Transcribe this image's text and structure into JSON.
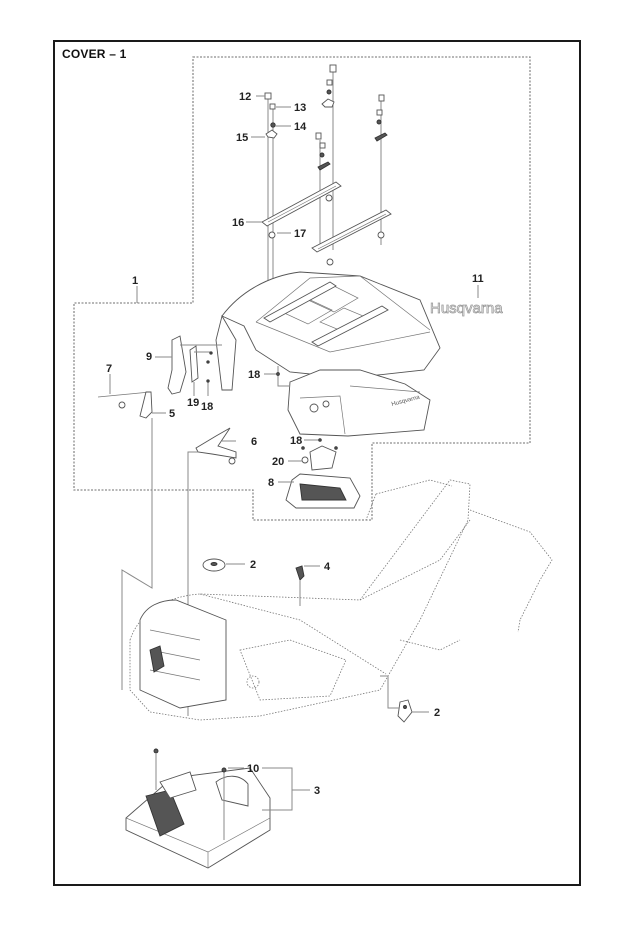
{
  "diagram": {
    "title": "COVER – 1",
    "brand_label": "Husqvarna",
    "callouts": [
      {
        "id": "c1",
        "label": "1"
      },
      {
        "id": "c2a",
        "label": "2"
      },
      {
        "id": "c2b",
        "label": "2"
      },
      {
        "id": "c3",
        "label": "3"
      },
      {
        "id": "c4",
        "label": "4"
      },
      {
        "id": "c5",
        "label": "5"
      },
      {
        "id": "c6",
        "label": "6"
      },
      {
        "id": "c7",
        "label": "7"
      },
      {
        "id": "c8",
        "label": "8"
      },
      {
        "id": "c9",
        "label": "9"
      },
      {
        "id": "c10",
        "label": "10"
      },
      {
        "id": "c11",
        "label": "11"
      },
      {
        "id": "c12",
        "label": "12"
      },
      {
        "id": "c13",
        "label": "13"
      },
      {
        "id": "c14",
        "label": "14"
      },
      {
        "id": "c15",
        "label": "15"
      },
      {
        "id": "c16",
        "label": "16"
      },
      {
        "id": "c17",
        "label": "17"
      },
      {
        "id": "c18a",
        "label": "18"
      },
      {
        "id": "c18b",
        "label": "18"
      },
      {
        "id": "c18c",
        "label": "18"
      },
      {
        "id": "c19",
        "label": "19"
      },
      {
        "id": "c20",
        "label": "20"
      }
    ]
  }
}
